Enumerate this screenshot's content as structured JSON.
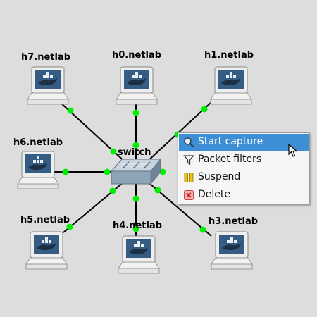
{
  "topology": {
    "switch": {
      "label": "switch"
    },
    "hosts": [
      {
        "label": "h0.netlab"
      },
      {
        "label": "h1.netlab"
      },
      {
        "label": "h3.netlab"
      },
      {
        "label": "h4.netlab"
      },
      {
        "label": "h5.netlab"
      },
      {
        "label": "h6.netlab"
      },
      {
        "label": "h7.netlab"
      }
    ],
    "colors": {
      "port": "#00ee00",
      "link": "#000000",
      "background": "#dddddd"
    }
  },
  "context_menu": {
    "items": [
      {
        "label": "Start capture",
        "icon": "magnifier-icon",
        "highlighted": true
      },
      {
        "label": "Packet filters",
        "icon": "funnel-icon"
      },
      {
        "label": "Suspend",
        "icon": "pause-icon"
      },
      {
        "label": "Delete",
        "icon": "delete-icon"
      }
    ],
    "highlight_color": "#3d8ed4"
  }
}
